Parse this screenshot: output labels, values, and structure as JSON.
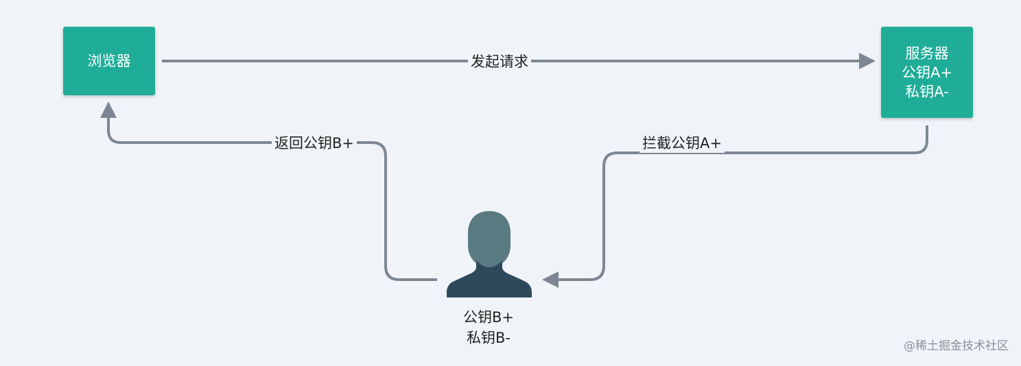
{
  "nodes": {
    "browser": {
      "label": "浏览器"
    },
    "server": {
      "lines": [
        "服务器",
        "公钥A+",
        "私钥A-"
      ]
    }
  },
  "edges": {
    "request": {
      "label": "发起请求"
    },
    "return_key": {
      "label": "返回公钥B+"
    },
    "intercept": {
      "label": "拦截公钥A+"
    }
  },
  "attacker": {
    "icon": "person-icon",
    "lines": [
      "公钥B+",
      "私钥B-"
    ]
  },
  "watermark": "@稀土掘金技术社区",
  "colors": {
    "node_fill": "#20ad98",
    "edge": "#7d8793",
    "person_head": "#5a7a82",
    "person_body": "#2e4a5a",
    "background": "#f0f4f8"
  }
}
